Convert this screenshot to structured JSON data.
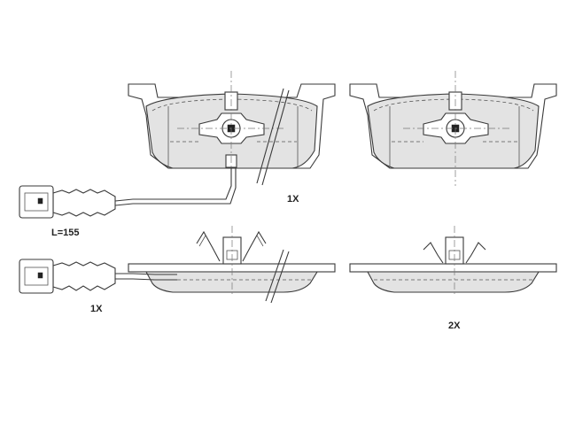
{
  "labels": {
    "qty_pad_with_sensor": "1X",
    "sensor_length": "L=155",
    "qty_side_with_sensor": "1X",
    "qty_pad_plain": "2X"
  },
  "colors": {
    "friction_material": "#e3e3e3",
    "outline": "#3a3a3a"
  }
}
